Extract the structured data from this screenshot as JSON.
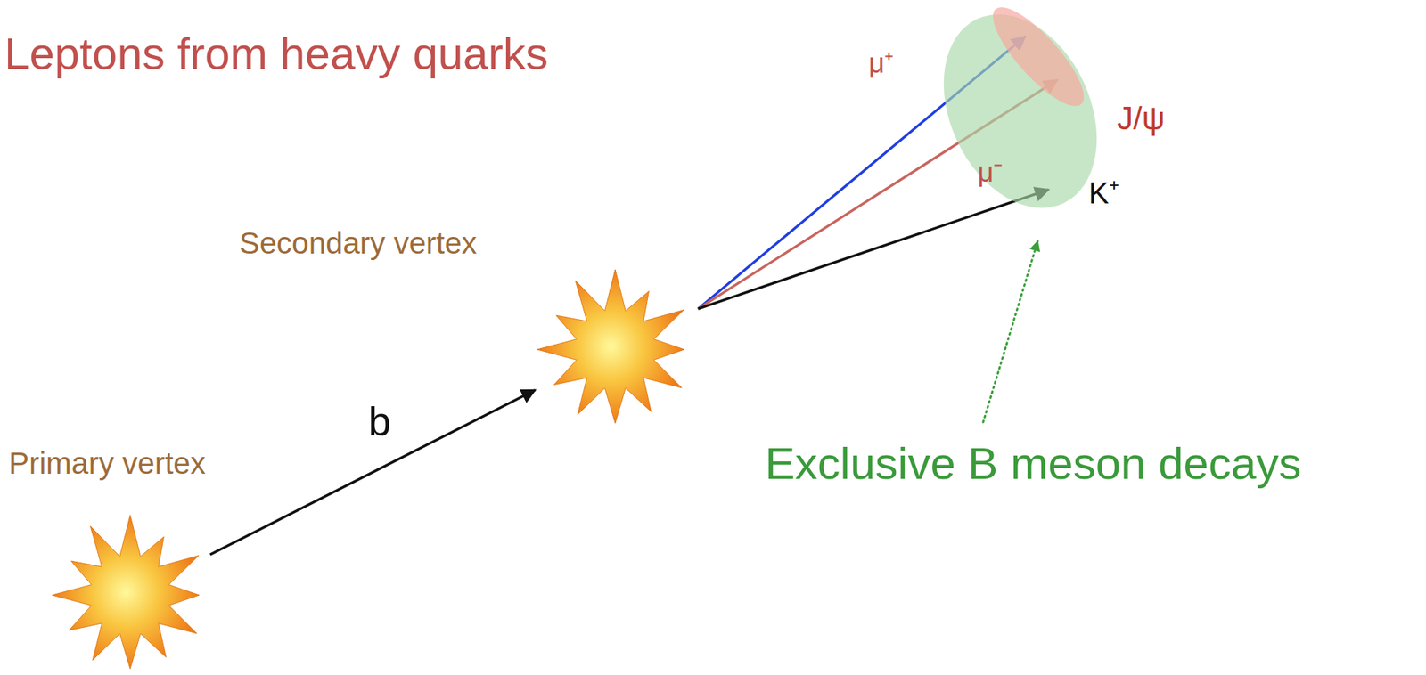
{
  "diagram": {
    "title": "Leptons from heavy quarks",
    "nodes": [
      {
        "text": [
          "Primary vertex"
        ]
      },
      {
        "text": [
          "Secondary vertex"
        ]
      }
    ],
    "edges": [
      {
        "from": 0,
        "to": 1,
        "label": "b",
        "arrow": "to"
      }
    ],
    "labels": [
      "μ⁺",
      "J/ψ",
      "μ⁻",
      "K⁺",
      "Exclusive B meson decays"
    ]
  }
}
